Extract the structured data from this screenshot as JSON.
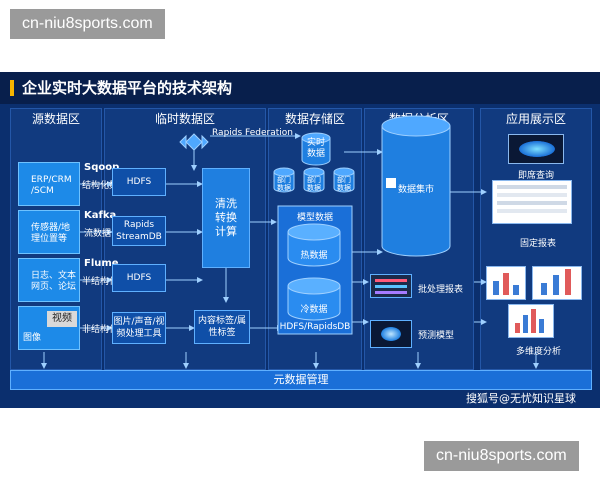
{
  "watermark": "cn-niu8sports.com",
  "title": "企业实时大数据平台的技术架构",
  "zones": {
    "source": "源数据区",
    "temp": "临时数据区",
    "storage": "数据存储区",
    "analysis": "数据分析区",
    "app": "应用展示区"
  },
  "sources": [
    {
      "label": "ERP/CRM\n/SCM",
      "tool": "Sqoop",
      "type": "结构化数据"
    },
    {
      "label": "传感器/地\n理位置等",
      "tool": "Kafka",
      "type": "流数据"
    },
    {
      "label": "日志、文本\n网页、论坛",
      "tool": "Flume",
      "type": "半结构化"
    },
    {
      "label": "图像",
      "tool": "视频",
      "type": "非结构化"
    }
  ],
  "temp_boxes": [
    "HDFS",
    "Rapids\nStreamDB",
    "HDFS",
    "图片/声音/视\n频处理工具"
  ],
  "rapids_federation": "Rapids Federation",
  "cleanse": "清洗\n转换\n计算",
  "tagging": "内容标签/属\n性标签",
  "realtime": "实时\n数据",
  "departments": [
    "部门\n数据",
    "部门\n数据",
    "部门\n数据"
  ],
  "model_data": "模型数据",
  "hot_data": "热数据",
  "cold_data": "冷数据",
  "hdfs_rapidsdb": "HDFS/RapidsDB",
  "data_mart": "数据集市",
  "batch_report": "批处理报表",
  "predict_model": "预测模型",
  "apps": [
    "即席查询",
    "固定报表",
    "多维度分析"
  ],
  "meta": "元数据管理",
  "credit": "搜狐号@无忧知识星球",
  "colors": {
    "background": "#0b2f6e",
    "box": "#1f7fe0",
    "accent": "#f6b400"
  }
}
